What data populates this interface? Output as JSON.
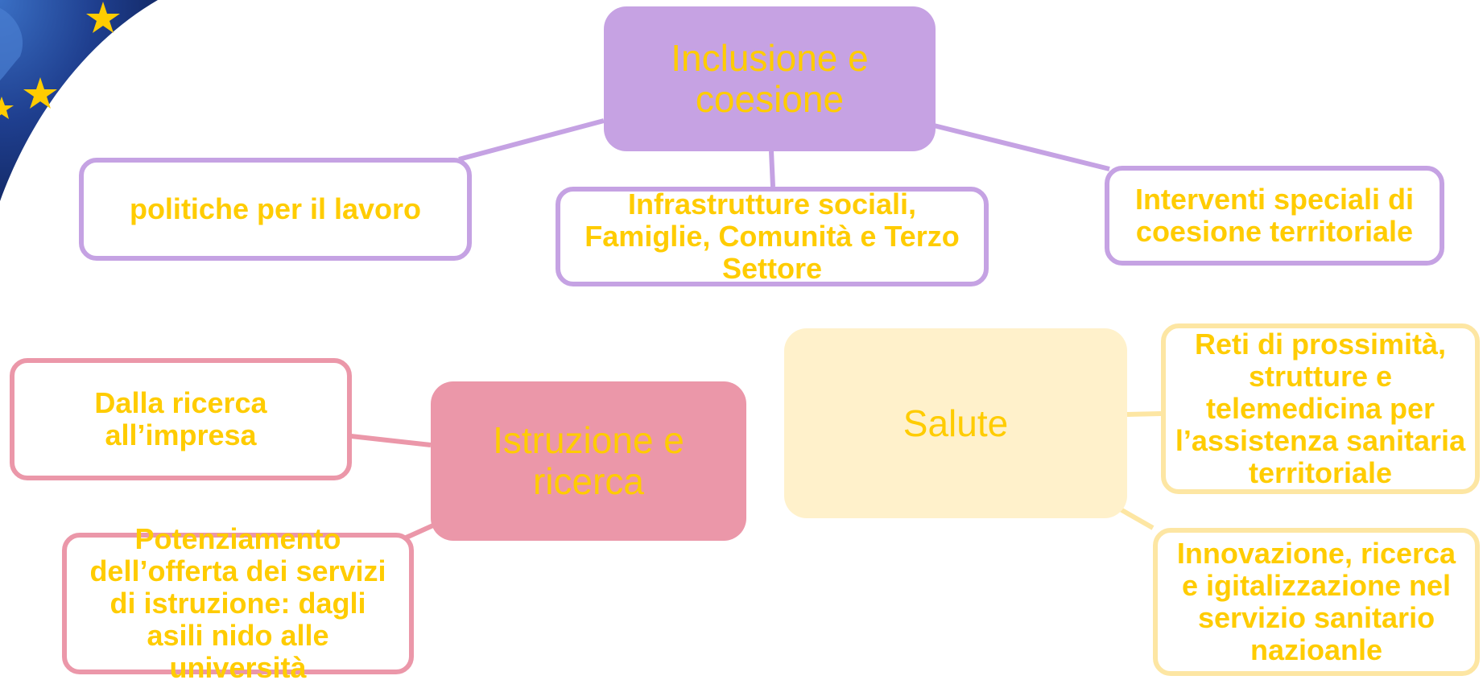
{
  "colors": {
    "text": "#ffcc00",
    "inclusione": "#c6a2e3",
    "istruzione": "#eb97a9",
    "salute": "#fff1cb",
    "salute_border": "#fde6a3",
    "flag_blue": "#1f3f8f"
  },
  "decoration": {
    "flag_icon": "eu-flag-stars-icon"
  },
  "inclusione": {
    "title": "Inclusione e coesione",
    "items": [
      "politiche per il lavoro",
      "Infrastrutture sociali, Famiglie, Comunità e Terzo Settore",
      "Interventi speciali di coesione territoriale"
    ]
  },
  "istruzione": {
    "title": "Istruzione e ricerca",
    "items": [
      "Dalla ricerca all’impresa",
      "Potenziamento dell’offerta dei servizi di istruzione: dagli asili nido alle università"
    ]
  },
  "salute": {
    "title": "Salute",
    "items": [
      "Reti di prossimità, strutture e telemedicina per l’assistenza sanitaria territoriale",
      "Innovazione, ricerca e igitalizzazione nel servizio sanitario nazioanle"
    ]
  }
}
